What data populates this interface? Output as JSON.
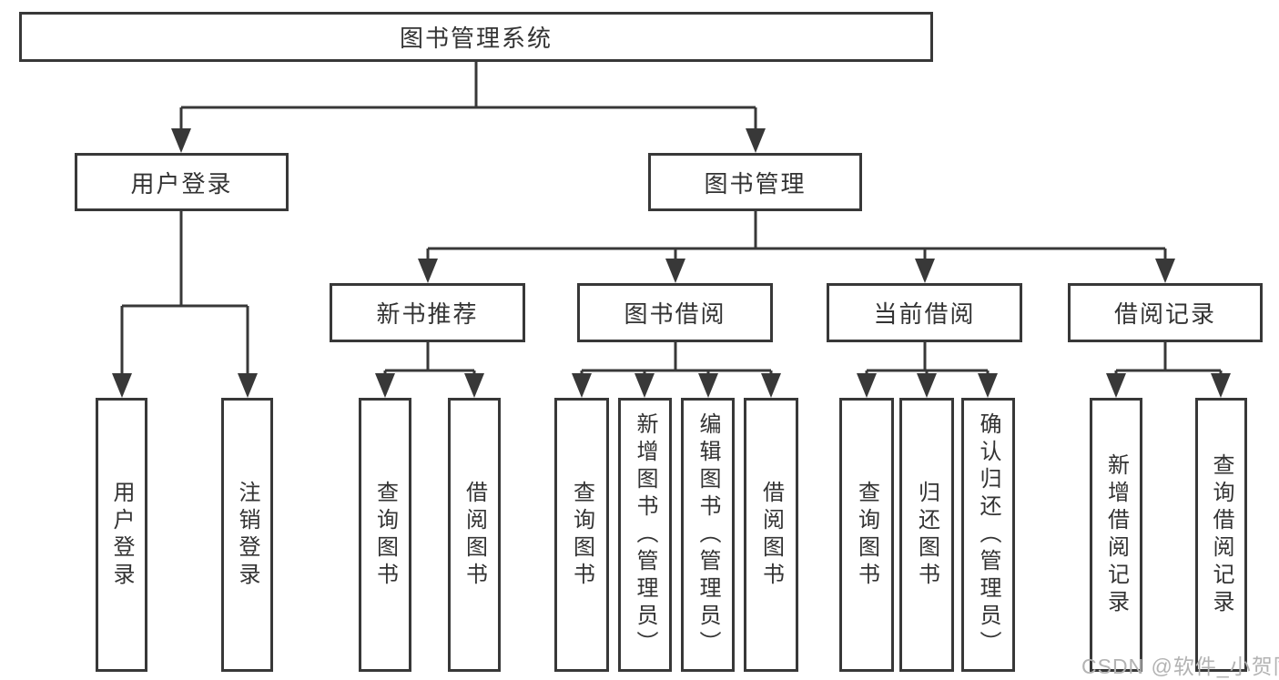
{
  "tree": {
    "label": "图书管理系统",
    "children": [
      {
        "label": "用户登录",
        "children": [
          {
            "label": "用户登录"
          },
          {
            "label": "注销登录"
          }
        ]
      },
      {
        "label": "图书管理",
        "children": [
          {
            "label": "新书推荐",
            "children": [
              {
                "label": "查询图书"
              },
              {
                "label": "借阅图书"
              }
            ]
          },
          {
            "label": "图书借阅",
            "children": [
              {
                "label": "查询图书"
              },
              {
                "label": "新增图书（管理员）"
              },
              {
                "label": "编辑图书（管理员）"
              },
              {
                "label": "借阅图书"
              }
            ]
          },
          {
            "label": "当前借阅",
            "children": [
              {
                "label": "查询图书"
              },
              {
                "label": "归还图书"
              },
              {
                "label": "确认归还（管理员）"
              }
            ]
          },
          {
            "label": "借阅记录",
            "children": [
              {
                "label": "新增借阅记录"
              },
              {
                "label": "查询借阅记录"
              }
            ]
          }
        ]
      }
    ]
  },
  "watermark": {
    "text": "CSDN @软件_小贺同学"
  },
  "colors": {
    "line": "#383838",
    "text": "#333333",
    "watermark": "#b3b3b3",
    "node_bg": "#ffffff",
    "page_bg": "#ffffff"
  }
}
